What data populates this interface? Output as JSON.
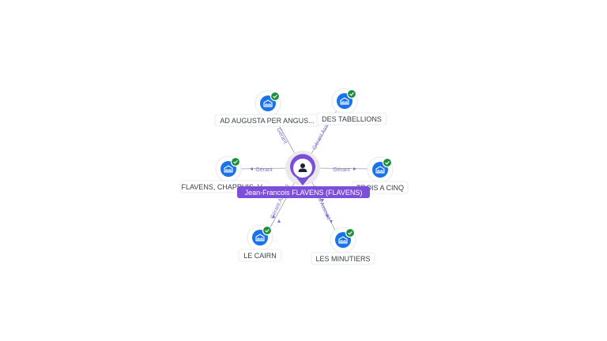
{
  "center": {
    "label": "Jean-Francois FLAVENS (FLAVENS)",
    "icon": "person-icon",
    "color": "#7b4fd9"
  },
  "companies": [
    {
      "name": "AD AUGUSTA PER ANGUS...",
      "roles": "Gérant",
      "status": "verified"
    },
    {
      "name": "DES TABELLIONS",
      "roles": "Gérant Associé",
      "status": "verified"
    },
    {
      "name": "FLAVENS, CHAPPUIS, V...",
      "roles": "Gérant",
      "status": "verified"
    },
    {
      "name": "TROIS A CINQ",
      "roles": "Gérant",
      "status": "verified"
    },
    {
      "name": "LE CAIRN",
      "roles": "Gérant Associé",
      "status": "verified"
    },
    {
      "name": "LES MINUTIERS",
      "roles": "Gérant Associé",
      "status": "verified"
    }
  ],
  "colors": {
    "company_icon": "#1a73e8",
    "check_badge": "#1e8e3e",
    "edge_label": "#7c6fd6"
  }
}
